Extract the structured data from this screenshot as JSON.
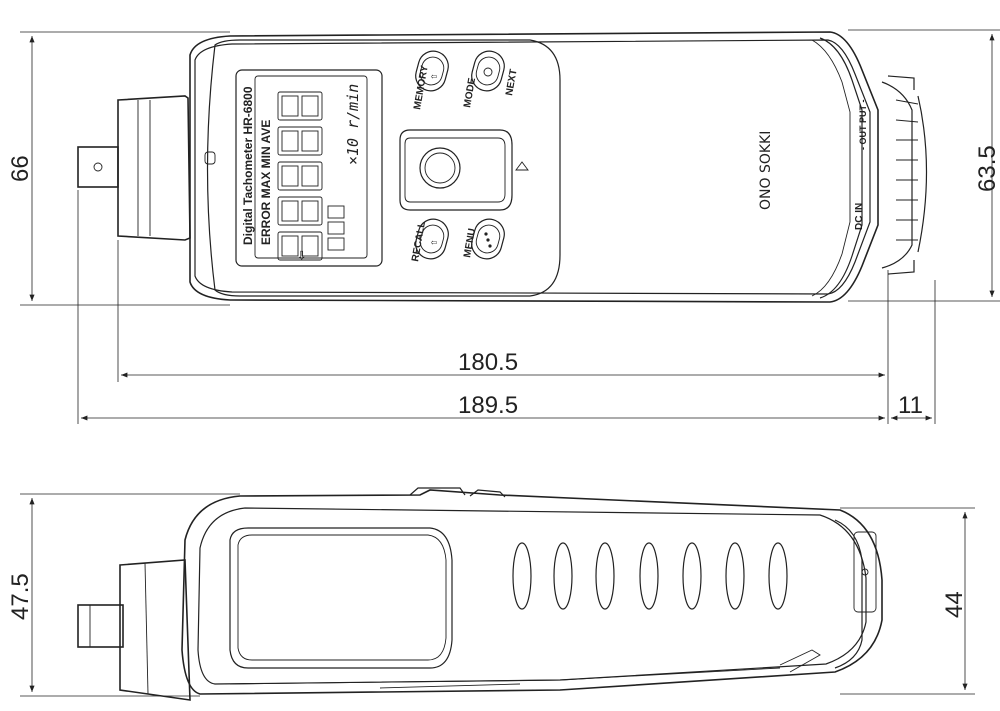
{
  "dimensions": {
    "width_total": "189.5",
    "width_body": "180.5",
    "connector": "11",
    "height_left": "66",
    "height_right": "63.5",
    "depth_left": "47.5",
    "depth_right": "44"
  },
  "labels": {
    "model_line": "Digital Tachometer  HR-6800",
    "mode_line": "ERROR MAX MIN AVE",
    "unit": "×10 r/min",
    "memory": "MEMORY",
    "mode": "MODE",
    "next": "NEXT",
    "recall": "RECALL",
    "menu": "MENU",
    "dc_in": "DC IN",
    "output": "- OUT PUT -",
    "brand": "ONO SOKKI"
  }
}
